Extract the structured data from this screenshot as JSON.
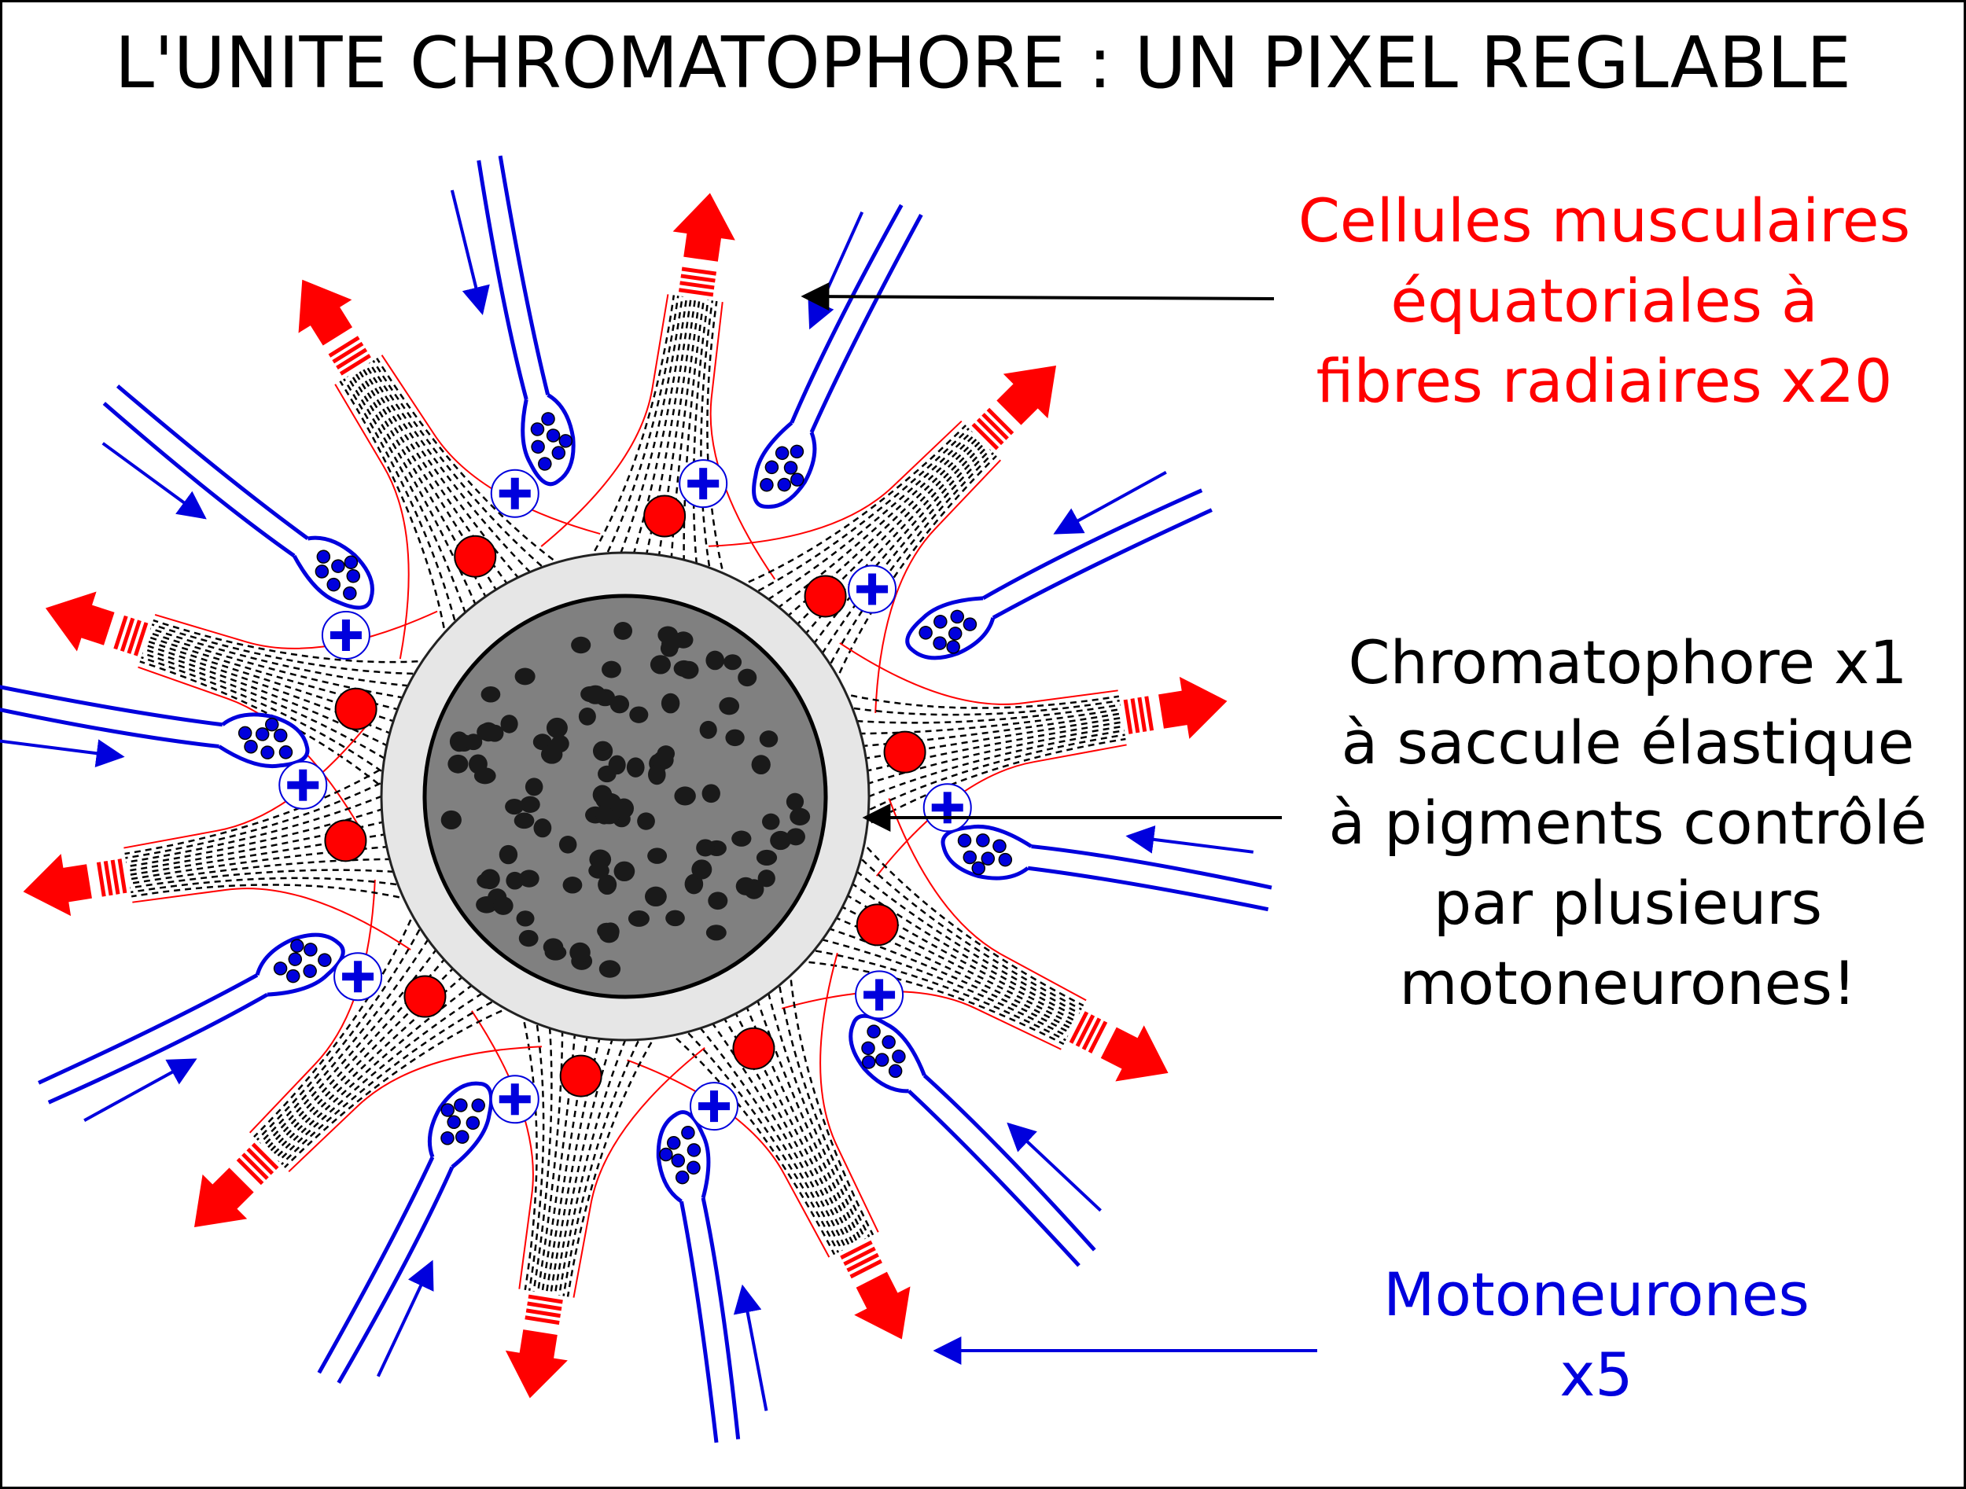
{
  "title": "L'UNITE CHROMATOPHORE : UN PIXEL REGLABLE",
  "labels": {
    "muscle": {
      "lines": [
        "Cellules musculaires",
        "équatoriales à",
        "fibres radiaires x20"
      ],
      "color": "#ff0000"
    },
    "chromatophore": {
      "lines": [
        "Chromatophore x1",
        "à saccule élastique",
        "à pigments contrôlé",
        "par plusieurs",
        "motoneurones!"
      ],
      "color": "#000000"
    },
    "motoneurones": {
      "lines": [
        "Motoneurones",
        "x5"
      ],
      "color": "#0000dd"
    }
  },
  "colors": {
    "muscle": "#ff0000",
    "neuron": "#0000dd",
    "pigment": "#808080",
    "saccule": "#e6e6e6"
  },
  "icons": [
    "plus-icon",
    "arrow-icon",
    "vesicle-icon"
  ]
}
